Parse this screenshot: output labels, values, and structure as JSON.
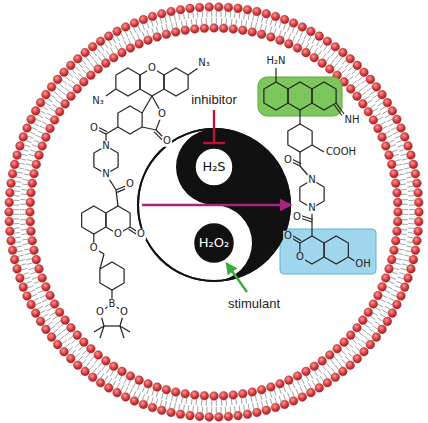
{
  "diagram": {
    "nodes": [
      {
        "text": [
          "H₂S"
        ]
      },
      {
        "text": [
          "H₂O₂"
        ]
      }
    ],
    "labels": [
      "inhibitor",
      "stimulant",
      "N₃",
      "N₃",
      "O",
      "O",
      "O",
      "O",
      "N",
      "N",
      "O",
      "O",
      "O",
      "O",
      "B",
      "O",
      "O",
      "H₂N",
      "NH",
      "COOH",
      "O",
      "N",
      "N",
      "O",
      "O",
      "O",
      "OH"
    ]
  }
}
